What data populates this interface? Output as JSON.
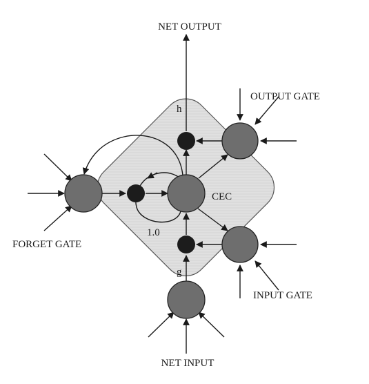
{
  "labels": {
    "net_output": "NET OUTPUT",
    "output_gate": "OUTPUT GATE",
    "forget_gate": "FORGET GATE",
    "input_gate": "INPUT GATE",
    "net_input": "NET INPUT",
    "cec": "CEC",
    "h": "h",
    "g": "g",
    "recurrent_weight": "1.0"
  },
  "colors": {
    "cell_fill": "#dcdcdc",
    "cell_stroke": "#555555",
    "unit_fill": "#6e6e6e",
    "multiplier_fill": "#1c1c1c",
    "line": "#1a1a1a"
  }
}
